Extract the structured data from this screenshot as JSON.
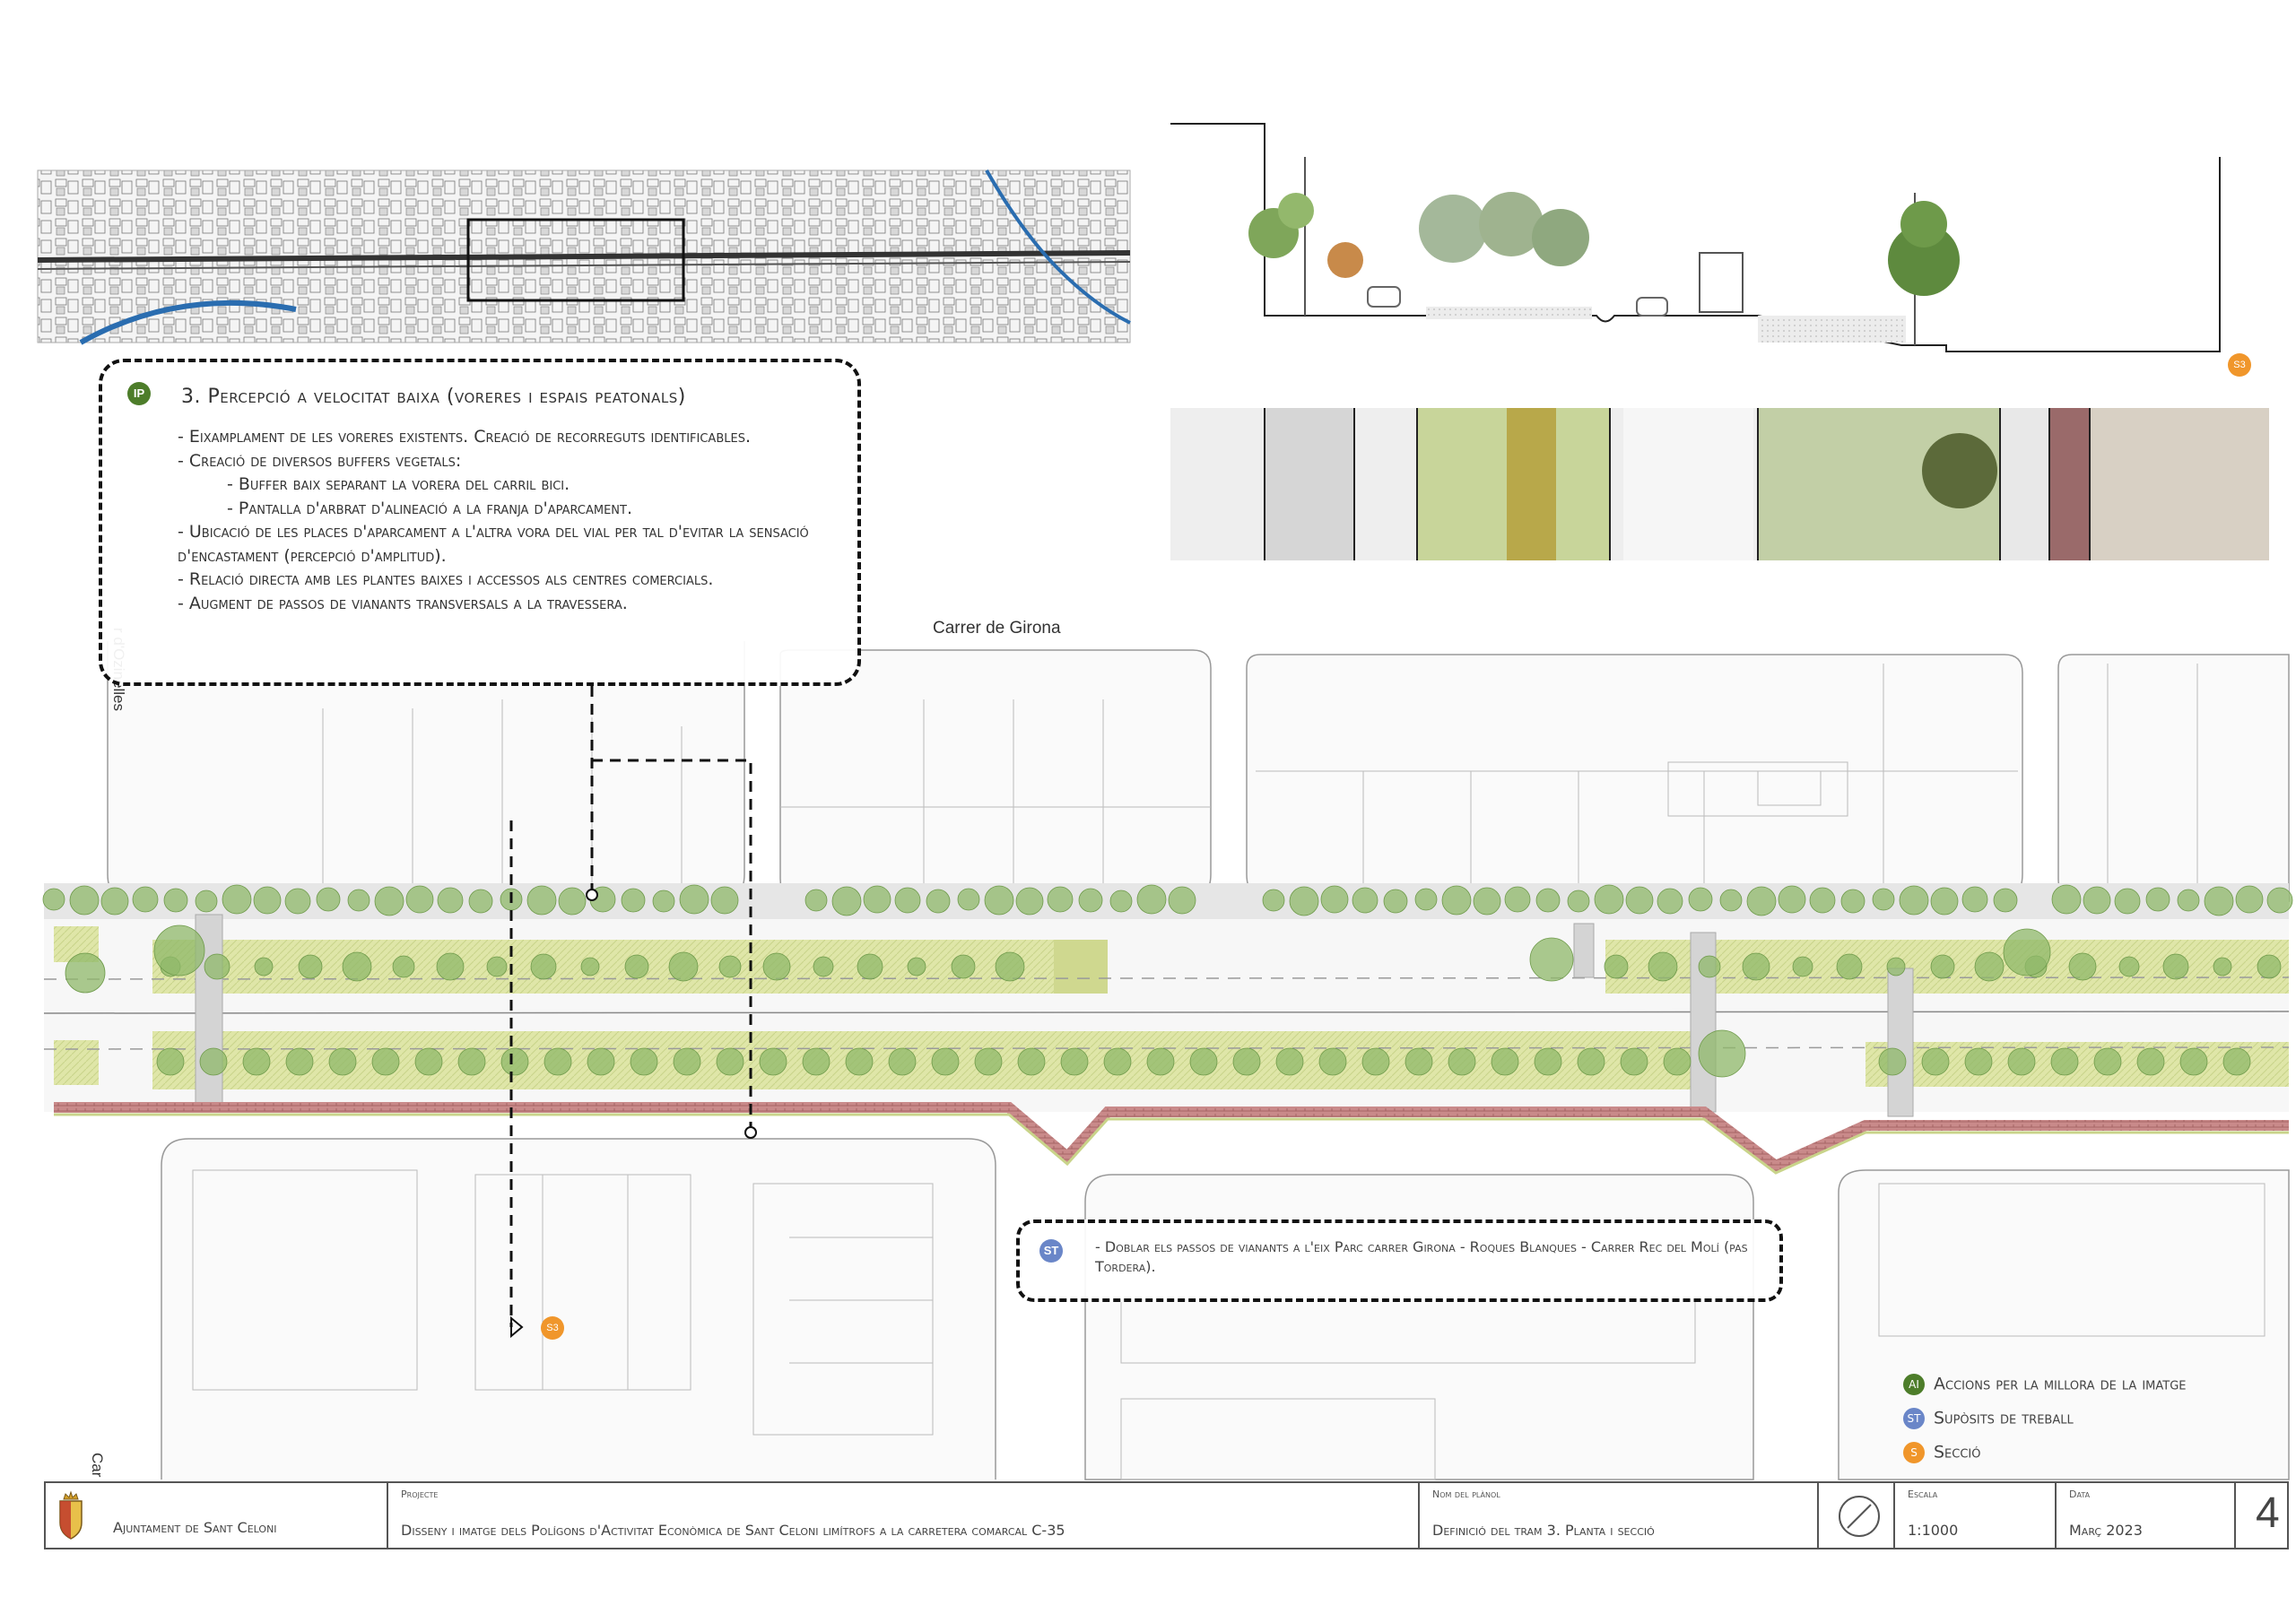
{
  "callout_ip": {
    "badge": "IP",
    "title": "3. Percepció a velocitat baixa (voreres i espais peatonals)",
    "items": [
      {
        "text": "- Eixamplament de les voreres existents. Creació de recorreguts identificables.",
        "sub": false
      },
      {
        "text": "- Creació de diversos buffers vegetals:",
        "sub": false
      },
      {
        "text": "- Buffer baix separant la vorera del carril bici.",
        "sub": true
      },
      {
        "text": "- Pantalla d'arbrat d'alineació a la franja d'aparcament.",
        "sub": true
      },
      {
        "text": "- Ubicació de les places d'aparcament a l'altra vora del vial per tal d'evitar la sensació d'encastament (percepció d'amplitud).",
        "sub": false
      },
      {
        "text": "- Relació directa amb les plantes baixes i accessos als centres comercials.",
        "sub": false
      },
      {
        "text": "- Augment de passos de vianants transversals a la travessera.",
        "sub": false
      }
    ]
  },
  "callout_st": {
    "badge": "ST",
    "text": "- Doblar els passos de vianants a l'eix Parc carrer Girona - Roques Blanques - Carrer Rec del Molí (pas Tordera)."
  },
  "streets": {
    "girona": "Carrer de Girona",
    "ozinelles": "r d'Ozinelles",
    "car": "Car"
  },
  "section_markers": {
    "top": "S3",
    "plan": "S3"
  },
  "legend": [
    {
      "badge": "AI",
      "label": "Accions per la millora de la imatge",
      "color": "#4d7d2a"
    },
    {
      "badge": "ST",
      "label": "Supòsits de treball",
      "color": "#6a86c8"
    },
    {
      "badge": "S",
      "label": "Secció",
      "color": "#f0962b"
    }
  ],
  "titleblock": {
    "client": "Ajuntament de Sant Celoni",
    "project_label": "Projecte",
    "project": "Disseny i imatge dels Polígons d'Activitat Econòmica de Sant Celoni limítrofs a la carretera comarcal C-35",
    "plan_label": "Nom del plànol",
    "plan_name": "Definició del tram 3. Planta i secció",
    "scale_label": "Escala",
    "scale": "1:1000",
    "date_label": "Data",
    "date": "Març 2023",
    "sheet": "4"
  },
  "colors": {
    "green_strip": "#dfe6a8",
    "tree": "#8fb86a",
    "bike_lane": "#b86a6a",
    "sidewalk": "#e2e2e2",
    "line": "#888888"
  }
}
